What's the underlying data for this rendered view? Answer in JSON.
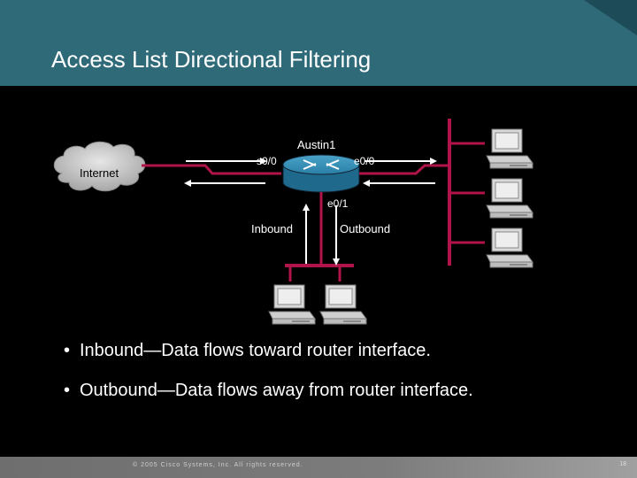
{
  "slide": {
    "title": "Access List Directional Filtering"
  },
  "diagram": {
    "router_name": "Austin1",
    "internet_label": "Internet",
    "interfaces": {
      "s00": "s0/0",
      "e00": "e0/0",
      "e01": "e0/1"
    },
    "direction_labels": {
      "inbound": "Inbound",
      "outbound": "Outbound"
    }
  },
  "bullets": [
    "Inbound—Data flows toward router interface.",
    "Outbound—Data flows away from router interface."
  ],
  "footer": {
    "copyright": "© 2005 Cisco Systems, Inc. All rights reserved.",
    "page_number": "18"
  },
  "colors": {
    "title_bar": "#2f6a79",
    "background": "#000000",
    "segment_lines": "#b0144a",
    "router": "#2a7fa6",
    "cloud": "#c8c8c8"
  }
}
